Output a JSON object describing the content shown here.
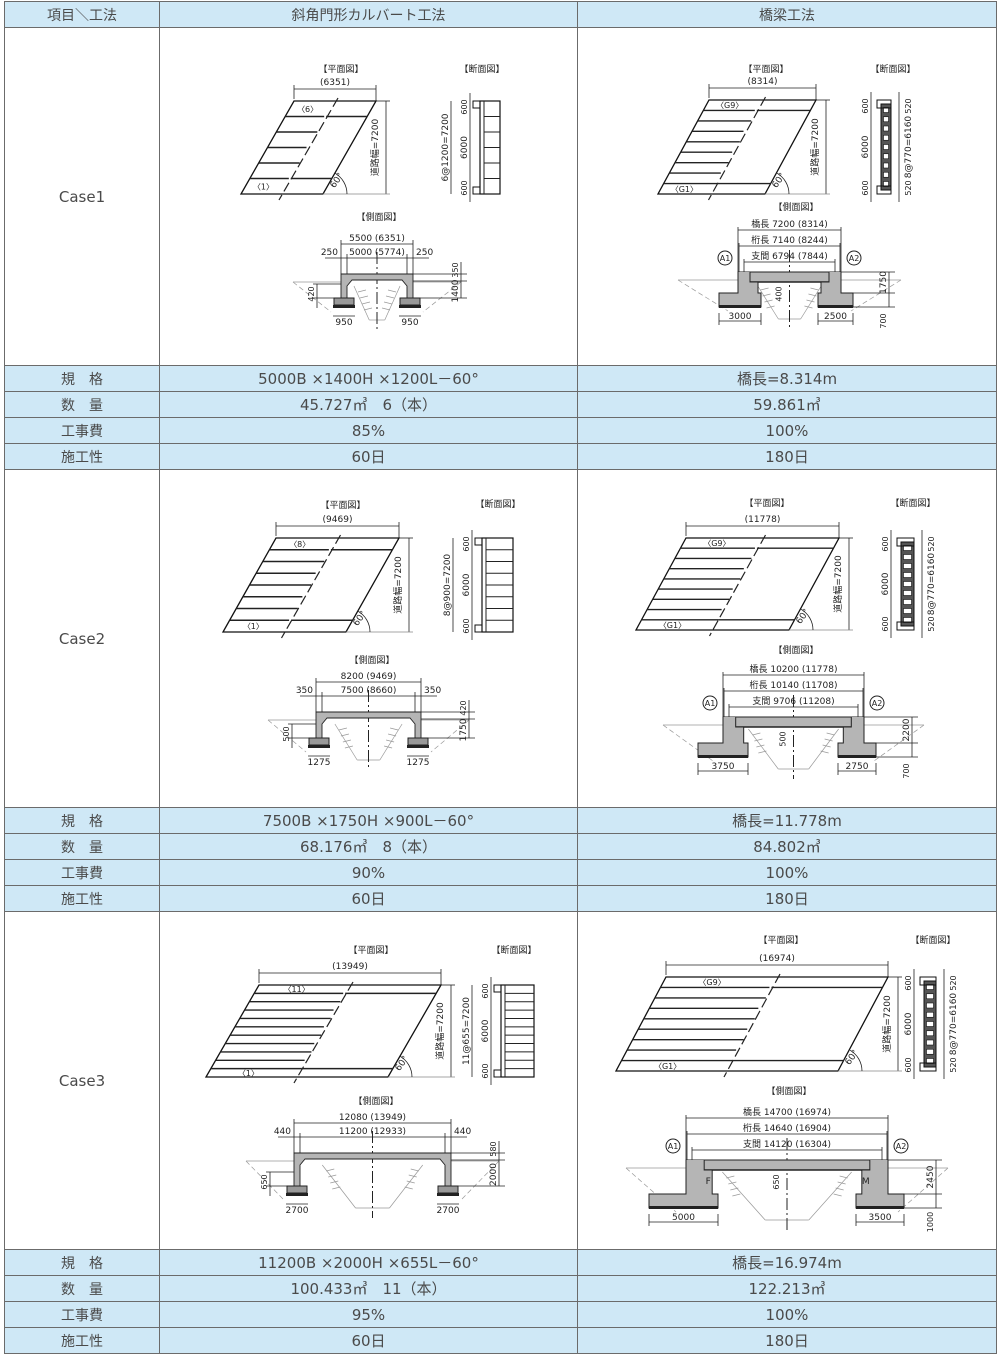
{
  "header": {
    "item": "項目＼工法",
    "culvert": "斜角門形カルバート工法",
    "bridge": "橋梁工法"
  },
  "row_labels": {
    "spec": "規　格",
    "qty": "数　量",
    "cost": "工事費",
    "period": "施工性"
  },
  "common": {
    "plan_title": "【平面図】",
    "section_title": "【断面図】",
    "side_title": "【側面図】",
    "road_width": "道路幅=7200",
    "angle": "60°",
    "sec_top": "600",
    "sec_mid": "6000",
    "sec_bot": "600",
    "girder_edge": "520",
    "girder_pitch": "8@770=6160",
    "a1": "A1",
    "a2": "A2"
  },
  "cases": [
    {
      "label": "Case1",
      "culvert": {
        "plan_len": "(6351)",
        "top_unit": "〈6〉",
        "bottom_unit": "〈1〉",
        "pitch": "6@1200=7200",
        "outer_len": "5500 (6351)",
        "inner_len": "5000 (5774)",
        "wall_l": "250",
        "wall_r": "250",
        "top_thk": "350",
        "height": "1400",
        "footing_h": "420",
        "footing_l": "950",
        "footing_r": "950"
      },
      "bridge": {
        "plan_len": "(8314)",
        "top_girder": "〈G9〉",
        "bottom_girder": "〈G1〉",
        "bridge_len": "橋長  7200 (8314)",
        "girder_len": "桁長  7140 (8244)",
        "span": "支間  6794 (7844)",
        "girder_h": "400",
        "height": "1750",
        "footing_h": "700",
        "footing_l": "3000",
        "footing_r": "2500"
      },
      "spec": {
        "culvert": "5000B ×1400H ×1200L－60°",
        "bridge": "橋長=8.314m"
      },
      "qty": {
        "culvert": "45.727㎥　6（本）",
        "bridge": "59.861㎥"
      },
      "cost": {
        "culvert": "85%",
        "bridge": "100%"
      },
      "period": {
        "culvert": "60日",
        "bridge": "180日"
      }
    },
    {
      "label": "Case2",
      "culvert": {
        "plan_len": "(9469)",
        "top_unit": "〈8〉",
        "bottom_unit": "〈1〉",
        "pitch": "8@900=7200",
        "outer_len": "8200 (9469)",
        "inner_len": "7500 (8660)",
        "wall_l": "350",
        "wall_r": "350",
        "top_thk": "420",
        "height": "1750",
        "footing_h": "500",
        "footing_l": "1275",
        "footing_r": "1275"
      },
      "bridge": {
        "plan_len": "(11778)",
        "top_girder": "〈G9〉",
        "bottom_girder": "〈G1〉",
        "bridge_len": "橋長  10200 (11778)",
        "girder_len": "桁長  10140 (11708)",
        "span": "支間  9706 (11208)",
        "girder_h": "500",
        "height": "2200",
        "footing_h": "700",
        "footing_l": "3750",
        "footing_r": "2750"
      },
      "spec": {
        "culvert": "7500B ×1750H ×900L－60°",
        "bridge": "橋長=11.778m"
      },
      "qty": {
        "culvert": "68.176㎥　8（本）",
        "bridge": "84.802㎥"
      },
      "cost": {
        "culvert": "90%",
        "bridge": "100%"
      },
      "period": {
        "culvert": "60日",
        "bridge": "180日"
      }
    },
    {
      "label": "Case3",
      "culvert": {
        "plan_len": "(13949)",
        "top_unit": "〈11〉",
        "bottom_unit": "〈1〉",
        "pitch": "11@655=7200",
        "outer_len": "12080 (13949)",
        "inner_len": "11200 (12933)",
        "wall_l": "440",
        "wall_r": "440",
        "top_thk": "580",
        "height": "2000",
        "footing_h": "650",
        "footing_l": "2700",
        "footing_r": "2700"
      },
      "bridge": {
        "plan_len": "(16974)",
        "top_girder": "〈G9〉",
        "bottom_girder": "〈G1〉",
        "bridge_len": "橋長  14700 (16974)",
        "girder_len": "桁長  14640 (16904)",
        "span": "支間  14120 (16304)",
        "girder_h": "650",
        "height": "2450",
        "footing_h": "1000",
        "footing_l": "5000",
        "footing_r": "3500",
        "bearing_l": "F",
        "bearing_r": "M"
      },
      "spec": {
        "culvert": "11200B ×2000H ×655L－60°",
        "bridge": "橋長=16.974m"
      },
      "qty": {
        "culvert": "100.433㎥　11（本）",
        "bridge": "122.213㎥"
      },
      "cost": {
        "culvert": "95%",
        "bridge": "100%"
      },
      "period": {
        "culvert": "60日",
        "bridge": "180日"
      }
    }
  ]
}
